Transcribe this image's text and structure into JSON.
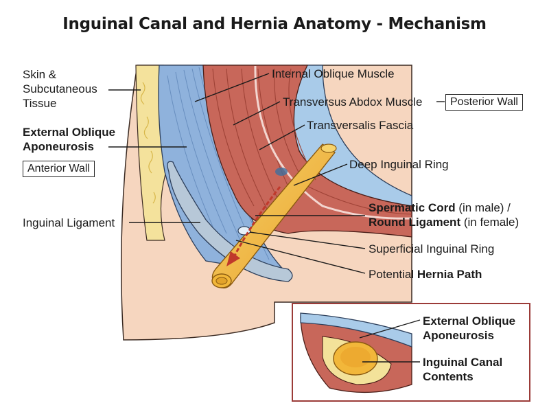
{
  "title": "Inguinal Canal and Hernia Anatomy - Mechanism",
  "labels": {
    "skin": [
      "Skin &",
      "Subcutaneous",
      "Tissue"
    ],
    "external_oblique": [
      "External Oblique",
      "Aponeurosis"
    ],
    "anterior_wall": "Anterior Wall",
    "inguinal_ligament": "Inguinal Ligament",
    "internal_oblique": "Internal Oblique Muscle",
    "transversus": "Transversus Abdox Muscle",
    "posterior_wall": "Posterior Wall",
    "transversalis": "Transversalis Fascia",
    "deep_ring": "Deep Inguinal Ring",
    "spermatic_cord_bold": "Spermatic Cord",
    "spermatic_cord_rest": " (in male) /",
    "round_ligament_bold": "Round Ligament",
    "round_ligament_rest": " (in female)",
    "superficial_ring": "Superficial Inguinal Ring",
    "hernia_prefix": "Potential ",
    "hernia_bold": "Hernia Path"
  },
  "inset": {
    "external_oblique": [
      "External Oblique",
      "Aponeurosis"
    ],
    "canal_contents": [
      "Inguinal Canal",
      "Contents"
    ]
  },
  "colors": {
    "skin": "#f5d2b8",
    "fat": "#f3e29a",
    "aponeurosis": "#8fb2dc",
    "muscle": "#c8675a",
    "fascia": "#a9cbe9",
    "cord": "#f2b73a",
    "ligament": "#b7c8d8",
    "arrow": "#c0392b",
    "inset_border": "#9b3b38"
  }
}
